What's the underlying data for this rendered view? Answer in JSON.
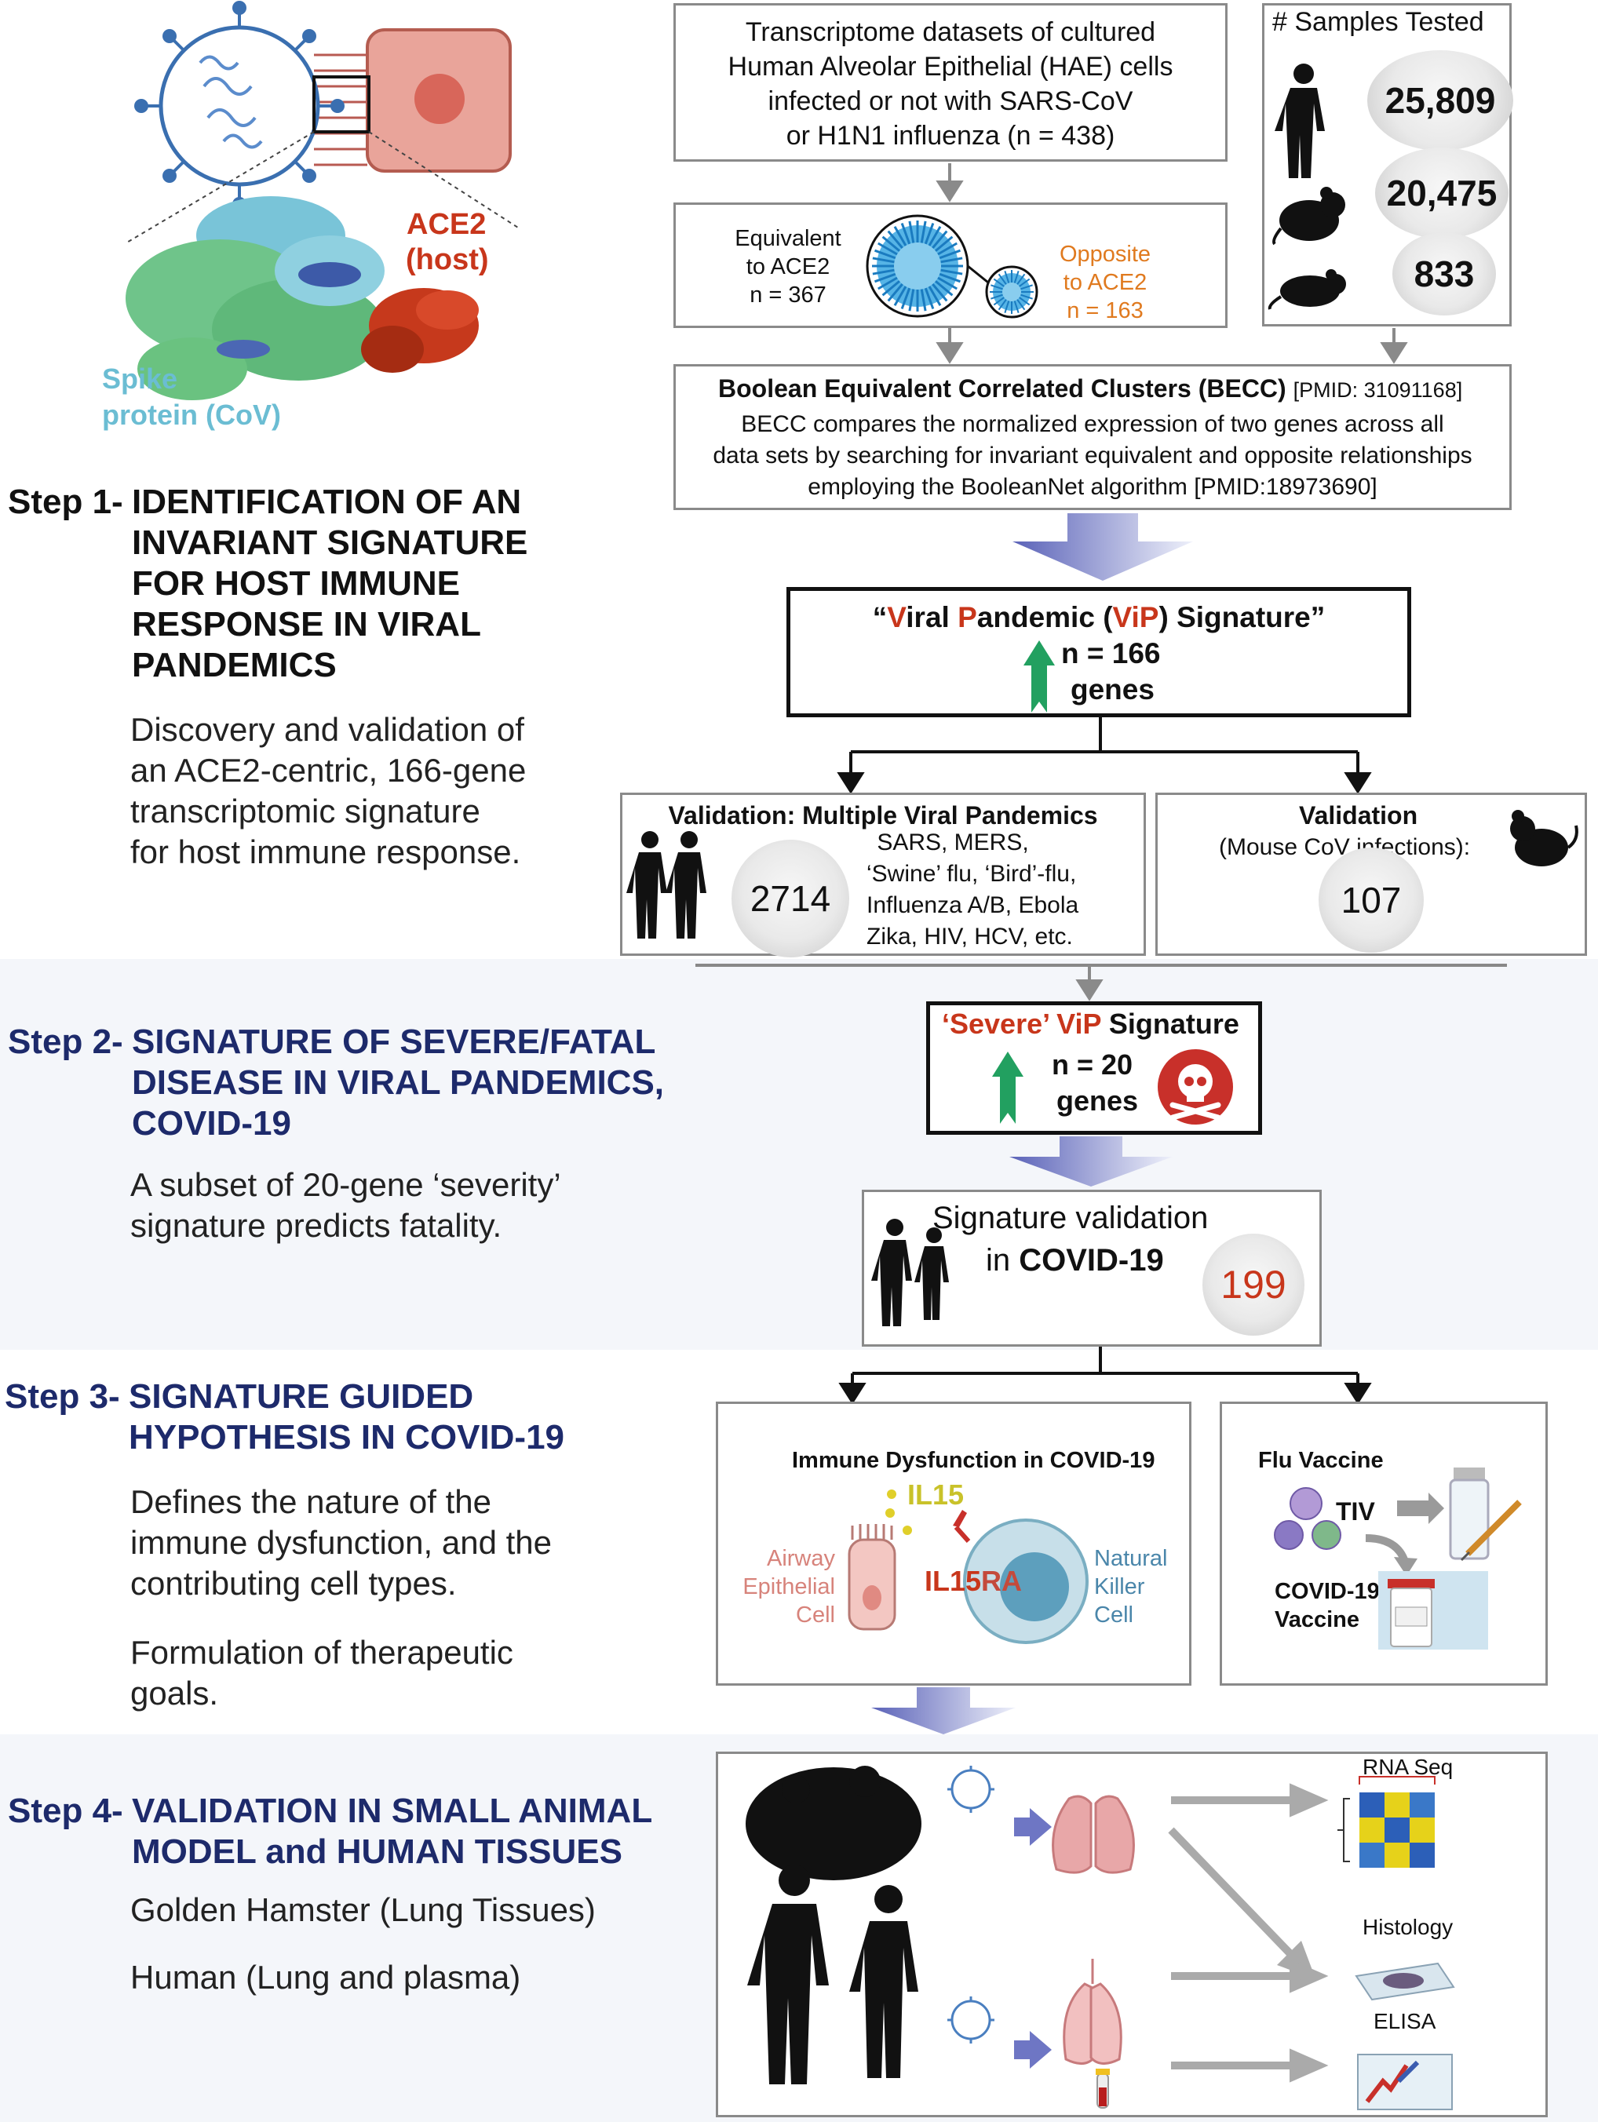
{
  "intro": {
    "ace2_label_1": "ACE2",
    "ace2_label_2": "(host)",
    "spike_label_1": "Spike",
    "spike_label_2": "protein (CoV)"
  },
  "datasets_box": {
    "lines": [
      "Transcriptome datasets of cultured",
      "Human Alveolar Epithelial (HAE) cells",
      "infected or not with SARS-CoV",
      "or H1N1 influenza (n = 438)"
    ]
  },
  "samples": {
    "title": "# Samples Tested",
    "human": "25,809",
    "rat": "20,475",
    "mouse": "833"
  },
  "ace2_box": {
    "equiv_lines": [
      "Equivalent",
      "to ACE2",
      "n = 367"
    ],
    "opp_lines": [
      "Opposite",
      "to ACE2",
      "n = 163"
    ]
  },
  "becc": {
    "title": "Boolean Equivalent Correlated Clusters (BECC)",
    "pmid": "[PMID: 31091168]",
    "lines": [
      "BECC compares the normalized expression of two genes across all",
      "data sets by searching for invariant equivalent and opposite relationships",
      "employing the BooleanNet algorithm [PMID:18973690]"
    ]
  },
  "step1": {
    "label": "Step 1-",
    "title_lines": [
      "IDENTIFICATION OF AN",
      "INVARIANT SIGNATURE",
      "FOR HOST IMMUNE",
      "RESPONSE IN VIRAL",
      "PANDEMICS"
    ],
    "desc_lines": [
      "Discovery and validation of",
      "an ACE2-centric, 166-gene",
      "transcriptomic signature",
      "for host immune response."
    ]
  },
  "vip": {
    "q_open": "“",
    "v": "V",
    "iral": "iral ",
    "p": "P",
    "andemic": "andemic (",
    "vip": "ViP",
    "signature": ") Signature”",
    "n": "n = 166",
    "genes": "genes"
  },
  "validation_multi": {
    "title": "Validation: Multiple Viral Pandemics",
    "count": "2714",
    "lines": [
      "SARS, MERS,",
      "‘Swine’ flu, ‘Bird’-flu,",
      "Influenza A/B, Ebola",
      "Zika, HIV, HCV, etc."
    ]
  },
  "validation_mouse": {
    "title": "Validation",
    "subtitle": "(Mouse CoV infections):",
    "count": "107"
  },
  "step2": {
    "label": "Step 2-",
    "title_lines": [
      "SIGNATURE OF SEVERE/FATAL",
      "DISEASE IN VIRAL PANDEMICS,",
      "COVID-19"
    ],
    "desc_lines": [
      "A subset of 20-gene ‘severity’",
      "signature predicts fatality."
    ]
  },
  "severe": {
    "severe_label": "‘Severe’ ViP",
    "signature": " Signature",
    "n": "n = 20",
    "genes": "genes"
  },
  "covid_validation": {
    "line1": "Signature validation",
    "in": "in ",
    "covid": "COVID-19",
    "count": "199"
  },
  "step3": {
    "label": "Step 3-",
    "title_lines": [
      "SIGNATURE GUIDED",
      "HYPOTHESIS IN COVID-19"
    ],
    "desc_lines": [
      "Defines the nature of the",
      "immune dysfunction, and the",
      "contributing cell types."
    ],
    "desc2_lines": [
      "Formulation of therapeutic",
      "goals."
    ]
  },
  "immune_box": {
    "title": "Immune Dysfunction in COVID-19",
    "il15": "IL15",
    "il15ra_a": "IL15",
    "il15ra_b": "RA",
    "airway_lines": [
      "Airway",
      "Epithelial",
      "Cell"
    ],
    "nk_lines": [
      "Natural",
      "Killer",
      "Cell"
    ]
  },
  "vaccine_box": {
    "title": "Flu Vaccine",
    "tiv": "TIV",
    "covid_lines": [
      "COVID-19",
      "Vaccine"
    ]
  },
  "step4": {
    "label": "Step 4-",
    "title_lines": [
      "VALIDATION IN SMALL ANIMAL",
      "MODEL and HUMAN TISSUES"
    ],
    "desc_lines": [
      "Golden Hamster (Lung Tissues)",
      "Human (Lung and plasma)"
    ]
  },
  "outputs": {
    "rnaseq": "RNA Seq",
    "histology": "Histology",
    "elisa": "ELISA"
  },
  "colors": {
    "step_title": "#1d2a6b",
    "accent_red": "#c8361b",
    "accent_orange": "#e07a1f",
    "arrow_purple": "#7e84c8",
    "green_arrow": "#22a060"
  }
}
